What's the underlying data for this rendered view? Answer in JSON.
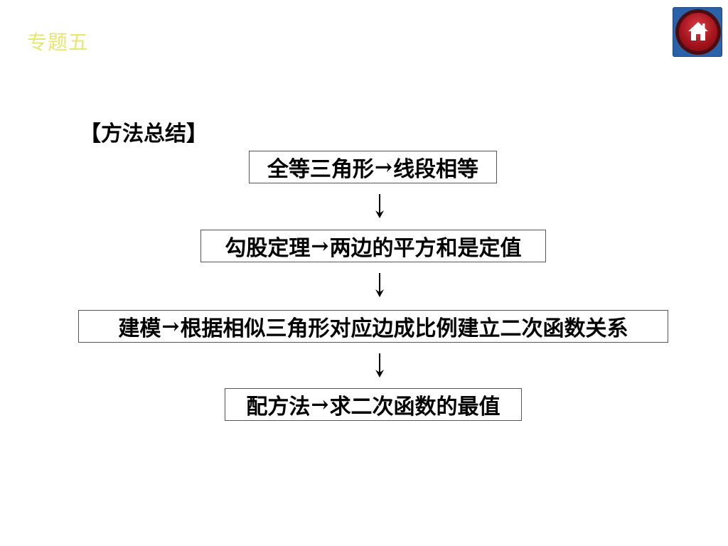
{
  "header": {
    "topic_label": "专题五"
  },
  "home_button": {
    "icon": "home-icon",
    "colors": {
      "frame": "#2b61a8",
      "disc": "#a7141d"
    }
  },
  "section": {
    "title": "【方法总结】"
  },
  "flow": {
    "arrow_glyph": "→",
    "steps": [
      {
        "left": "全等三角形",
        "right": "线段相等"
      },
      {
        "left": "勾股定理",
        "right": "两边的平方和是定值"
      },
      {
        "left": "建模",
        "right": "根据相似三角形对应边成比例建立二次函数关系"
      },
      {
        "left": "配方法",
        "right": "求二次函数的最值"
      }
    ]
  },
  "colors": {
    "header_text": "#e7e66f",
    "box_border": "#555555",
    "text": "#000000"
  }
}
